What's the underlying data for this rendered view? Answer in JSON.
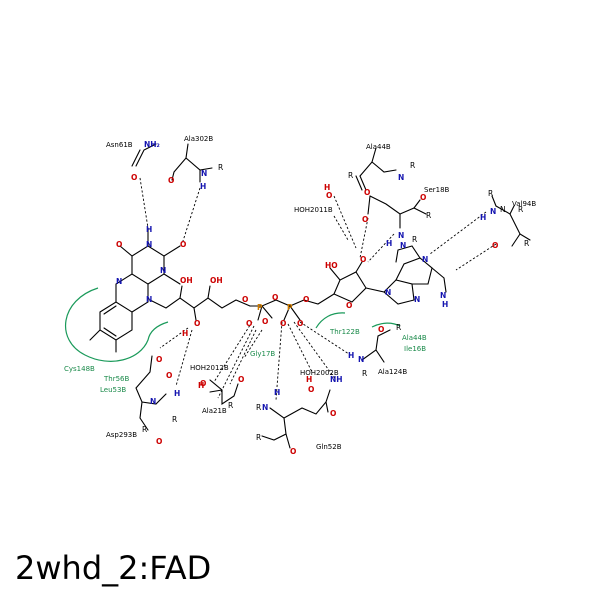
{
  "caption": "2whd_2:FAD",
  "residues": [
    {
      "id": "asn61",
      "label": "Asn61B"
    },
    {
      "id": "ala302",
      "label": "Ala302B"
    },
    {
      "id": "ala44",
      "label": "Ala44B"
    },
    {
      "id": "ser18",
      "label": "Ser18B"
    },
    {
      "id": "hoh2011",
      "label": "HOH2011B"
    },
    {
      "id": "val94",
      "label": "Val94B"
    },
    {
      "id": "cys148",
      "label": "Cys148B"
    },
    {
      "id": "thr56",
      "label": "Thr56B"
    },
    {
      "id": "leu53",
      "label": "Leu53B"
    },
    {
      "id": "asp293",
      "label": "Asp293B"
    },
    {
      "id": "hoh2012",
      "label": "HOH2012B"
    },
    {
      "id": "ala21",
      "label": "Ala21B"
    },
    {
      "id": "gly17",
      "label": "Gly17B"
    },
    {
      "id": "hoh2002",
      "label": "HOH2002B"
    },
    {
      "id": "gln52",
      "label": "Gln52B"
    },
    {
      "id": "thr122",
      "label": "Thr122B"
    },
    {
      "id": "ala44b2",
      "label": "Ala44B"
    },
    {
      "id": "ile16",
      "label": "Ile16B"
    },
    {
      "id": "ala124",
      "label": "Ala124B"
    }
  ],
  "hydrophobic_residues": [
    "cys148",
    "thr56",
    "leu53",
    "gly17",
    "thr122",
    "ala44b2",
    "ile16"
  ],
  "colors": {
    "nitrogen": "#1515b0",
    "oxygen": "#cc0000",
    "phosphorus": "#cc7a00",
    "hydrophobic": "#1a9a5a",
    "bond": "#000000"
  }
}
